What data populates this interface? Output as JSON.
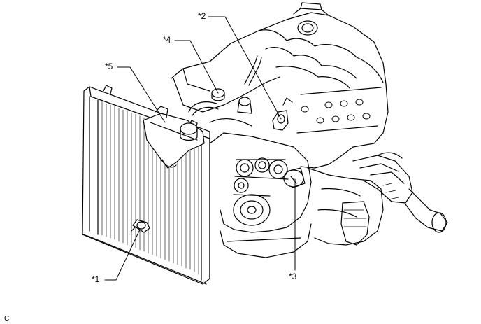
{
  "callouts": {
    "c1": "*1",
    "c2": "*2",
    "c3": "*3",
    "c4": "*4",
    "c5": "*5"
  },
  "figure_code": "C",
  "colors": {
    "line": "#000000",
    "background": "#ffffff"
  }
}
